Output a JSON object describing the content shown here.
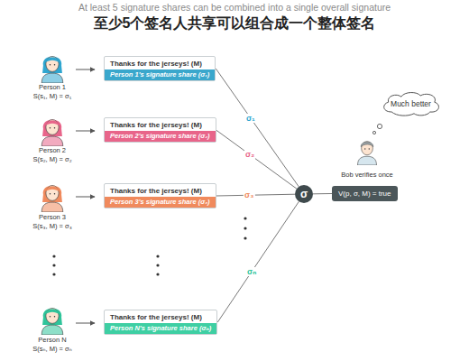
{
  "diagram": {
    "title": "至少5个签名人共享可以组合成一个整体签名",
    "nodes": [
      {
        "text": [
          "Thanks for the jerseys! (M)"
        ]
      },
      {
        "text": [
          "Person 1's signature share (σ₁)"
        ],
        "in": 0
      },
      {
        "text": [
          "Thanks for the jerseys! (M)"
        ]
      },
      {
        "text": [
          "Person 2's signature share (σ₂)"
        ],
        "in": 2
      },
      {
        "text": [
          "Thanks for the jerseys! (M)"
        ]
      },
      {
        "text": [
          "Person 3's signature share (σ₃)"
        ],
        "in": 4
      },
      {
        "text": [
          "Thanks for the jerseys! (M)"
        ]
      },
      {
        "text": [
          "Person N's signature share (σₙ)"
        ],
        "in": 6
      },
      {
        "text": [
          "σ"
        ]
      },
      {
        "text": [
          "Much better"
        ]
      },
      {
        "text": [
          "V(p, σ, M) = true"
        ]
      }
    ],
    "edges": [
      {
        "from": 0,
        "to": 8,
        "arrow": "none",
        "label": "σ₁"
      },
      {
        "from": 2,
        "to": 8,
        "arrow": "none",
        "label": "σ₂"
      },
      {
        "from": 4,
        "to": 8,
        "arrow": "none",
        "label": "σ₃"
      },
      {
        "from": 6,
        "to": 8,
        "arrow": "none",
        "label": "σₙ"
      },
      {
        "from": 8,
        "to": 10,
        "arrow": "none"
      }
    ],
    "labels": [
      "At least 5 signature shares can be combined into a single overall signature",
      "Person 1",
      "S(s₁, M) = σ₁",
      "Person 2",
      "S(s₂, M) = σ₂",
      "Person 3",
      "S(s₃, M) = σ₃",
      "Person N",
      "S(sₙ, M) = σₙ",
      "Bob verifies once"
    ]
  }
}
